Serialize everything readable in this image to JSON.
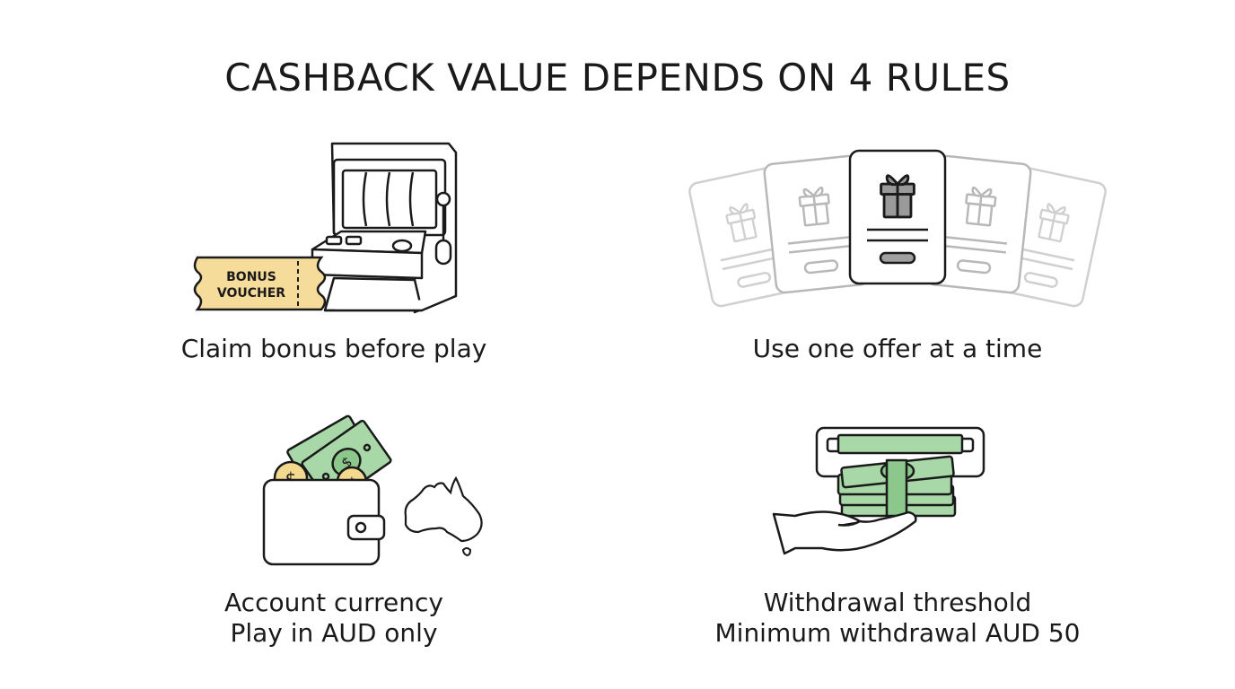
{
  "title": "CASHBACK VALUE DEPENDS ON 4 RULES",
  "rules": [
    {
      "caption": [
        "Claim bonus before play"
      ],
      "icon": "slot-machine-with-bonus-voucher-icon",
      "voucher_text": [
        "BONUS",
        "VOUCHER"
      ]
    },
    {
      "caption": [
        "Use one offer at a time"
      ],
      "icon": "gift-offer-cards-icon"
    },
    {
      "caption": [
        "Account currency",
        "Play in AUD only"
      ],
      "icon": "wallet-money-australia-icon"
    },
    {
      "caption": [
        "Withdrawal threshold",
        "Minimum withdrawal AUD 50"
      ],
      "icon": "hand-receiving-cash-icon"
    }
  ],
  "colors": {
    "ink": "#1a1a1a",
    "voucher": "#f6dc9a",
    "money": "#a8d8a8",
    "money_dark": "#6fa56f",
    "coin": "#f3d98e",
    "faded": "#bdbdbd"
  }
}
